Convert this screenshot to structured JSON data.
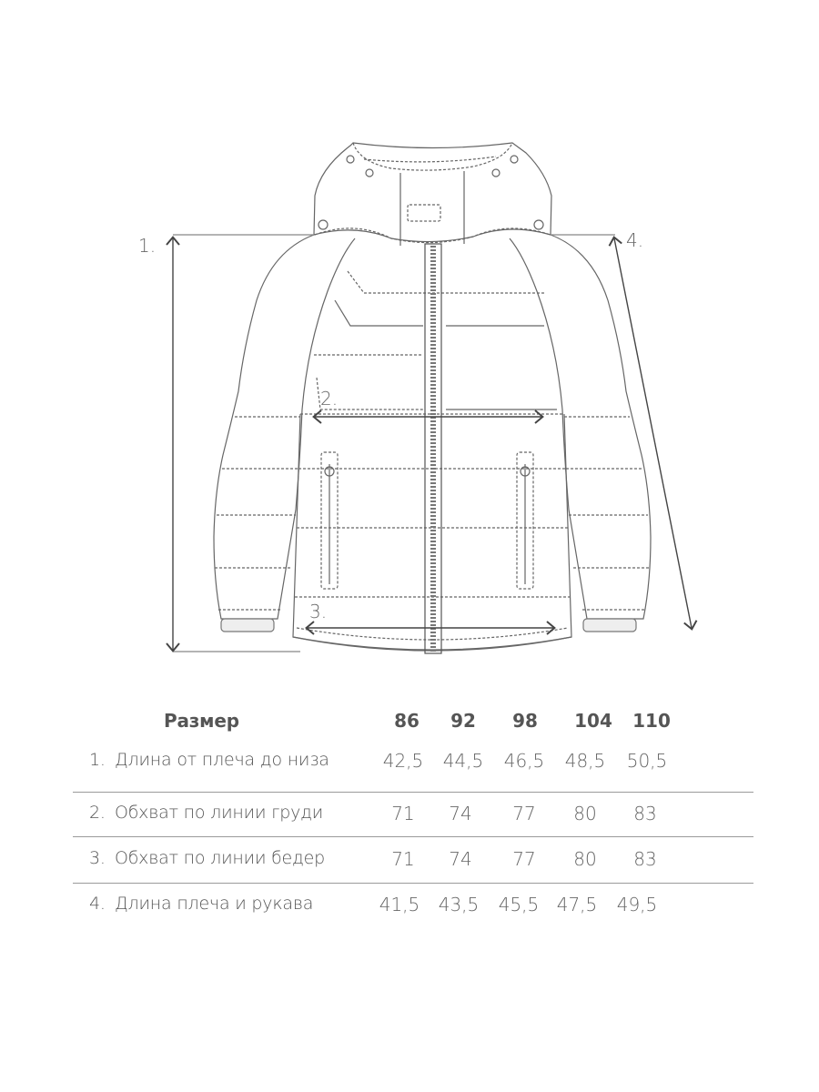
{
  "diagram": {
    "subject": "children's puffer jacket with hood",
    "measurement_labels": {
      "m1": "1.",
      "m2": "2.",
      "m3": "3.",
      "m4": "4."
    }
  },
  "size_table": {
    "header": {
      "label": "Размер",
      "sizes": [
        "86",
        "92",
        "98",
        "104",
        "110"
      ]
    },
    "rows": [
      {
        "num": "1.",
        "label": "Длина от плеча до низа",
        "values": [
          "42,5",
          "44,5",
          "46,5",
          "48,5",
          "50,5"
        ]
      },
      {
        "num": "2.",
        "label": "Обхват по линии груди",
        "values": [
          "71",
          "74",
          "77",
          "80",
          "83"
        ]
      },
      {
        "num": "3.",
        "label": "Обхват по линии бедер",
        "values": [
          "71",
          "74",
          "77",
          "80",
          "83"
        ]
      },
      {
        "num": "4.",
        "label": "Длина плеча и рукава",
        "values": [
          "41,5",
          "43,5",
          "45,5",
          "47,5",
          "49,5"
        ]
      }
    ]
  }
}
